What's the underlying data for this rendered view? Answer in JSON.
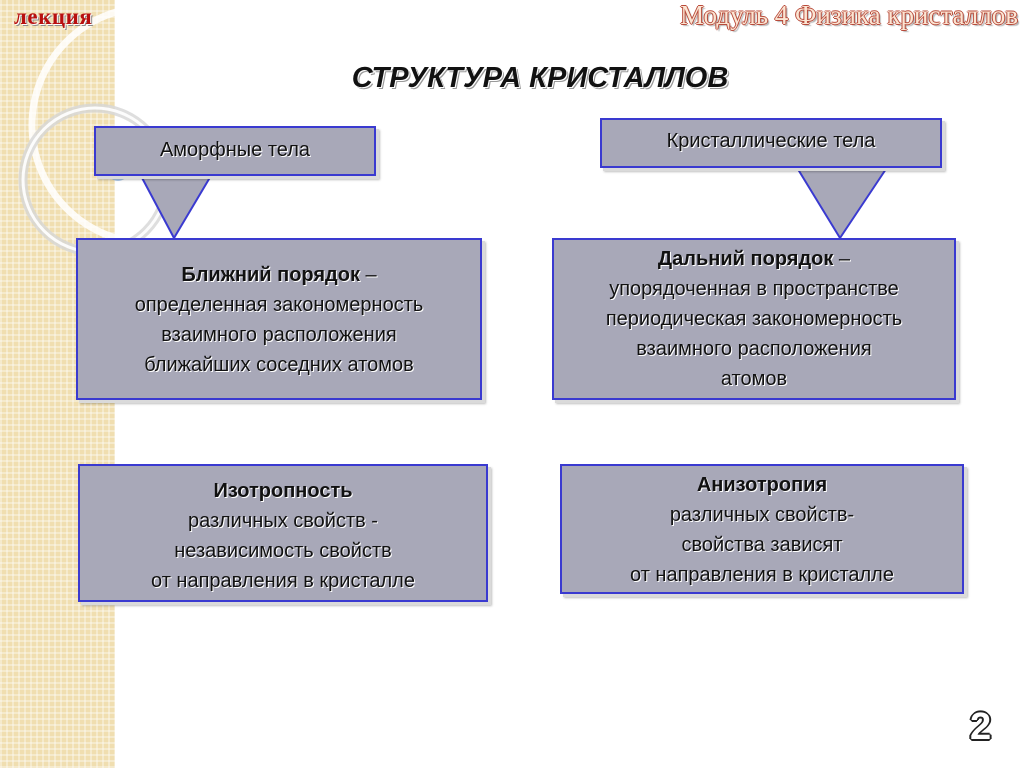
{
  "header": {
    "lecture_label": "лекция",
    "module_title": "Модуль 4 Физика кристаллов"
  },
  "title": "СТРУКТУРА КРИСТАЛЛОВ",
  "left": {
    "category": "Аморфные тела",
    "order": {
      "term": "Ближний порядок",
      "dash": " –",
      "lines": [
        "определенная закономерность",
        "взаимного расположения",
        "ближайших соседних атомов"
      ]
    },
    "property": {
      "term": "Изотропность",
      "lines": [
        "различных свойств -",
        "независимость свойств",
        "от направления в кристалле"
      ]
    }
  },
  "right": {
    "category": "Кристаллические тела",
    "order": {
      "term": "Дальний порядок",
      "dash": " –",
      "lines": [
        "упорядоченная в пространстве",
        "периодическая закономерность",
        "взаимного расположения",
        "атомов"
      ]
    },
    "property": {
      "term": "Анизотропия",
      "lines": [
        "различных свойств-",
        "свойства зависят",
        "от направления в кристалле"
      ]
    }
  },
  "slide_number": "2",
  "colors": {
    "box_fill": "#a8a8b8",
    "box_border": "#3a3ad0",
    "lecture_red": "#b80f0f",
    "band": "#f0deb0"
  }
}
